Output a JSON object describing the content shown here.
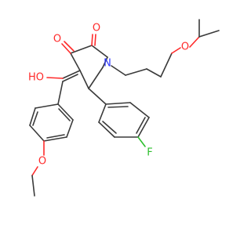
{
  "atoms": {
    "o_ketone": "O",
    "o_amide": "O",
    "n_ring": "N",
    "o_ether_chain": "O",
    "o_hydroxy": "HO",
    "o_ethoxy": "O",
    "f": "F"
  },
  "colors": {
    "carbon_bond": "#3a3a3a",
    "oxygen": "#ff2a2a",
    "nitrogen": "#2b36ff",
    "fluorine": "#2dbf2d"
  }
}
